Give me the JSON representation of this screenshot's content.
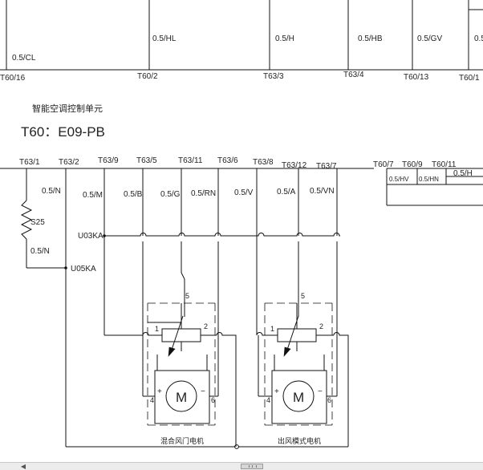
{
  "top": {
    "wires": [
      "0.5/CL",
      "0.5/HL",
      "0.5/H",
      "0.5/HB",
      "0.5/GV"
    ],
    "pins": [
      "T60/16",
      "T60/2",
      "T63/3",
      "T63/4",
      "T60/13",
      "T60/1"
    ]
  },
  "title": {
    "cn": "智能空调控制单元",
    "main": "T60：E09-PB"
  },
  "connector_pins": [
    "T63/1",
    "T63/2",
    "T63/9",
    "T63/5",
    "T63/11",
    "T63/6",
    "T63/8",
    "T63/12",
    "T63/7",
    "T60/7",
    "T60/9",
    "T60/11"
  ],
  "wires": [
    "0.5/N",
    "0.5/M",
    "0.5/B",
    "0.5/G",
    "0.5/RN",
    "0.5/V",
    "0.5/A",
    "0.5/VN",
    "0.5/HV",
    "0.5/HN",
    "0.5/H"
  ],
  "sensor": {
    "label": "S25",
    "wire_below": "0.5/N"
  },
  "junctions": [
    "U03KA",
    "U05KA"
  ],
  "motors": [
    {
      "name": "混合风门电机",
      "symbol": "M",
      "pins": [
        "1",
        "2",
        "5",
        "4",
        "6"
      ]
    },
    {
      "name": "出风模式电机",
      "symbol": "M",
      "pins": [
        "1",
        "2",
        "5",
        "4",
        "6"
      ]
    }
  ],
  "scrollbar": {
    "left_arrow": "◀"
  }
}
